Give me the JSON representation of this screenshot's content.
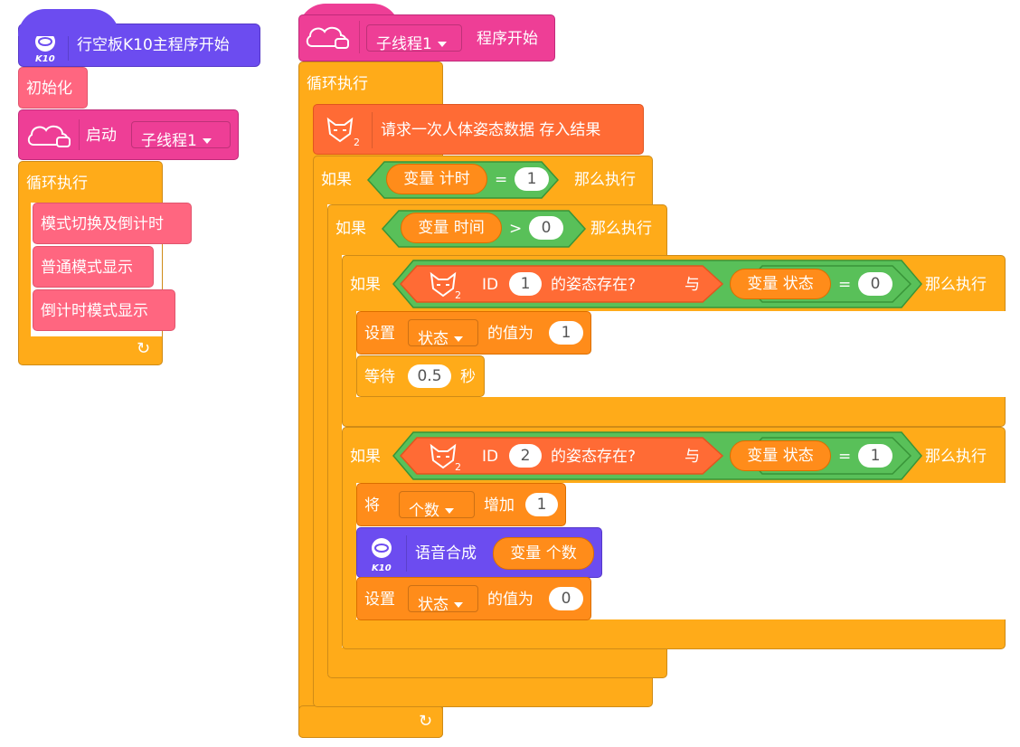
{
  "left_script": {
    "hat": {
      "title": "行空板K10主程序开始",
      "badge": "K10",
      "icon": "k10-icon"
    },
    "init": "初始化",
    "start": {
      "label": "启动",
      "dropdown": "子线程1"
    },
    "loop": "循环执行",
    "calls": [
      "模式切换及倒计时",
      "普通模式显示",
      "倒计时模式显示"
    ]
  },
  "right_script": {
    "hat": {
      "dropdown": "子线程1",
      "title": "程序开始"
    },
    "loop": "循环执行",
    "request": "请求一次人体姿态数据 存入结果",
    "if1": {
      "prefix": "如果",
      "var": "变量 计时",
      "op": "=",
      "val": "1",
      "suffix": "那么执行"
    },
    "if2": {
      "prefix": "如果",
      "var": "变量 时间",
      "op": ">",
      "val": "0",
      "suffix": "那么执行"
    },
    "if3": {
      "prefix": "如果",
      "id_label": "ID",
      "id": "1",
      "exists": "的姿态存在?",
      "and": "与",
      "var": "变量 状态",
      "op": "=",
      "val": "0",
      "suffix": "那么执行"
    },
    "set1": {
      "prefix": "设置",
      "var": "状态",
      "mid": "的值为",
      "val": "1"
    },
    "wait": {
      "prefix": "等待",
      "val": "0.5",
      "suffix": "秒"
    },
    "if4": {
      "prefix": "如果",
      "id_label": "ID",
      "id": "2",
      "exists": "的姿态存在?",
      "and": "与",
      "var": "变量 状态",
      "op": "=",
      "val": "1",
      "suffix": "那么执行"
    },
    "change": {
      "prefix": "将",
      "var": "个数",
      "mid": "增加",
      "val": "1"
    },
    "speech": {
      "label": "语音合成",
      "var": "变量 个数",
      "badge": "K10"
    },
    "set2": {
      "prefix": "设置",
      "var": "状态",
      "mid": "的值为",
      "val": "0"
    },
    "sub": "2"
  },
  "colors": {
    "control": "#FFAB19",
    "variable": "#FF8C1A",
    "event": "#EE3E96",
    "function": "#FF6680",
    "k10": "#6C4CF0",
    "ai": "#FF6B35",
    "operator": "#59C059"
  }
}
